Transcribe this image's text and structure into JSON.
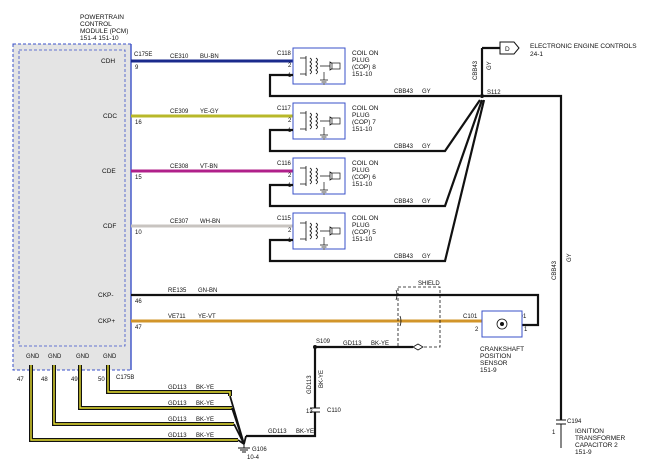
{
  "pcm": {
    "title_line1": "POWERTRAIN",
    "title_line2": "CONTROL",
    "title_line3": "MODULE (PCM)",
    "title_line4": "151-4    151-10",
    "pins": [
      {
        "label": "CDH",
        "pin": "9"
      },
      {
        "label": "CDC",
        "pin": "16"
      },
      {
        "label": "CDE",
        "pin": "15"
      },
      {
        "label": "CDF",
        "pin": "10"
      },
      {
        "label": "CKP-",
        "pin": "46"
      },
      {
        "label": "CKP+",
        "pin": "47"
      }
    ],
    "connector_top": "C175E",
    "connector_bottom": "C175B",
    "gnd_labels": [
      "GND",
      "GND",
      "GND",
      "GND"
    ],
    "gnd_pins": [
      "47",
      "48",
      "49",
      "50"
    ]
  },
  "coils": [
    {
      "connector": "C118",
      "wire": "CE310",
      "color": "BU-BN",
      "name_l1": "COIL ON",
      "name_l2": "PLUG",
      "name_l3": "(COP) 8",
      "name_l4": "151-10",
      "cbb": "CBB43",
      "gy": "GY"
    },
    {
      "connector": "C117",
      "wire": "CE309",
      "color": "YE-GY",
      "name_l1": "COIL ON",
      "name_l2": "PLUG",
      "name_l3": "(COP) 7",
      "name_l4": "151-10",
      "cbb": "CBB43",
      "gy": "GY"
    },
    {
      "connector": "C116",
      "wire": "CE308",
      "color": "VT-BN",
      "name_l1": "COIL ON",
      "name_l2": "PLUG",
      "name_l3": "(COP) 6",
      "name_l4": "151-10",
      "cbb": "CBB43",
      "gy": "GY"
    },
    {
      "connector": "C115",
      "wire": "CE307",
      "color": "WH-BN",
      "name_l1": "COIL ON",
      "name_l2": "PLUG",
      "name_l3": "(COP) 5",
      "name_l4": "151-10",
      "cbb": "CBB43",
      "gy": "GY"
    }
  ],
  "pin1": "1",
  "pin2": "2",
  "eec": {
    "symbol": "D",
    "label_l1": "ELECTRONIC ENGINE CONTROLS",
    "label_l2": "24-1"
  },
  "splice_s112": "S112",
  "vertical_cbb_top": "CBB43",
  "vertical_gy_top": "GY",
  "vertical_cbb_right": "CBB43",
  "vertical_gy_right": "GY",
  "ckp_minus_wire": {
    "wire": "RE135",
    "color": "GN-BN"
  },
  "ckp_plus_wire": {
    "wire": "VE711",
    "color": "YE-VT"
  },
  "shield": "SHIELD",
  "c101": "C101",
  "ckp_sensor": {
    "l1": "CRANKSHAFT",
    "l2": "POSITION",
    "l3": "SENSOR",
    "l4": "151-9"
  },
  "s109": "S109",
  "gd113_wire": {
    "wire": "GD113",
    "color": "BK-YE"
  },
  "c110": "C110",
  "c110_pin": "13",
  "g106": {
    "l1": "G106",
    "l2": "10-4"
  },
  "c194": "C194",
  "c194_pin": "1",
  "ignition": {
    "l1": "IGNITION",
    "l2": "TRANSFORMER",
    "l3": "CAPACITOR 2",
    "l4": "151-9"
  },
  "colors": {
    "blue_brown": "#1a2a8c",
    "yellow_gray": "#b8b82a",
    "violet_brown": "#b0208a",
    "white_brown": "#c8c4c0",
    "green_brown": "#111111",
    "yellow_violet": "#d2952a",
    "black_yellow": "#e8e030",
    "pcm_fill": "#e6e6e6",
    "pcm_border": "#3a50c8"
  }
}
